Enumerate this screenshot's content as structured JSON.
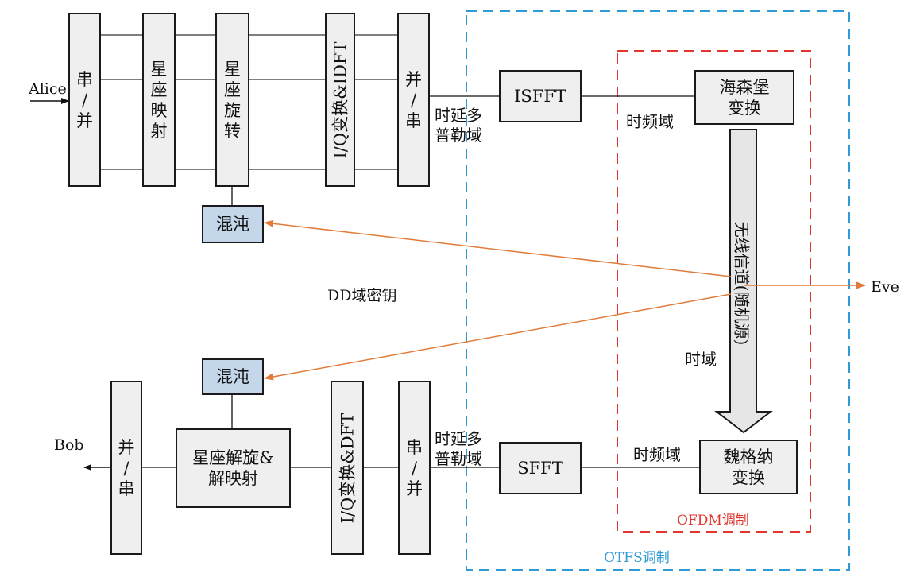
{
  "diagram": {
    "alice_label": "Alice",
    "bob_label": "Bob",
    "eve_label": "Eve",
    "tx": {
      "sp": "串\n/\n并",
      "mapping": "星座\n映射",
      "rotation": "星座\n旋转",
      "iq_idft": "I/Q变换&IDFT",
      "ps": "并\n/\n串",
      "chaos": "混沌"
    },
    "rx": {
      "ps": "并\n/\n串",
      "derot": "星座解旋&\n解映射",
      "iq_dft": "I/Q变换&DFT",
      "sp": "串\n/\n并",
      "chaos": "混沌"
    },
    "otfs": {
      "isfft": "ISFFT",
      "sfft": "SFFT",
      "heisenberg": "海森堡\n变换",
      "wigner": "魏格纳\n变换",
      "channel": "无线信道(随机源)"
    },
    "labels": {
      "delay_doppler_top": "时延多\n普勒域",
      "delay_doppler_bottom": "时延多\n普勒域",
      "tf_top": "时频域",
      "tf_bottom": "时频域",
      "time_domain": "时域",
      "dd_key": "DD域密钥",
      "otfs_mod": "OTFS调制",
      "ofdm_mod": "OFDM调制"
    },
    "colors": {
      "otfs_border": "#2f9bd6",
      "ofdm_border": "#e0362c",
      "key_arrow": "#e07b39",
      "chaos_fill": "#c3d6ea",
      "box_fill": "#efefef"
    }
  }
}
